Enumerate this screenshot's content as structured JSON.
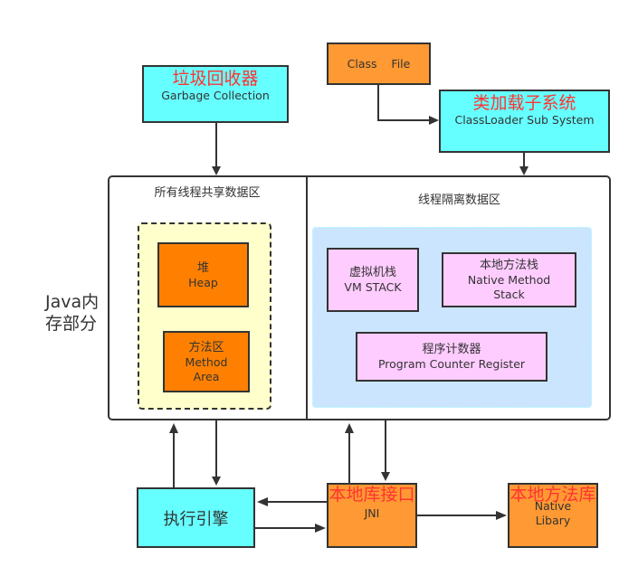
{
  "garbage_collection": {
    "title_cn": "垃圾回收器",
    "title_en": "Garbage Collection"
  },
  "class_file": {
    "label": "Class    File"
  },
  "classloader": {
    "title_cn": "类加载子系统",
    "title_en": "ClassLoader Sub System"
  },
  "memory_label": {
    "line1": "Java内",
    "line2": "存部分"
  },
  "shared_area": {
    "title": "所有线程共享数据区",
    "heap": {
      "cn": "堆",
      "en": "Heap"
    },
    "method_area": {
      "cn": "方法区",
      "en_line1": "Method",
      "en_line2": "Area"
    }
  },
  "thread_area": {
    "title": "线程隔离数据区",
    "vm_stack": {
      "cn": "虚拟机栈",
      "en": "VM STACK"
    },
    "native_stack": {
      "cn": "本地方法栈",
      "en_line1": "Native Method",
      "en_line2": "Stack"
    },
    "pc_register": {
      "cn": "程序计数器",
      "en": "Program Counter Register"
    }
  },
  "execution_engine": {
    "label": "执行引擎"
  },
  "jni": {
    "title_cn": "本地库接口",
    "title_en": "JNI"
  },
  "native_library": {
    "title_cn": "本地方法库",
    "en_line1": "Native",
    "en_line2": "Libary"
  },
  "colors": {
    "cyan": "#66ffff",
    "orange_light": "#ff9933",
    "orange": "#ff8000",
    "pink": "#ffccff",
    "yellow_area": "#ffffcc",
    "blue_area": "#cce5ff",
    "red_text": "#ff3333",
    "stroke": "#333333"
  }
}
